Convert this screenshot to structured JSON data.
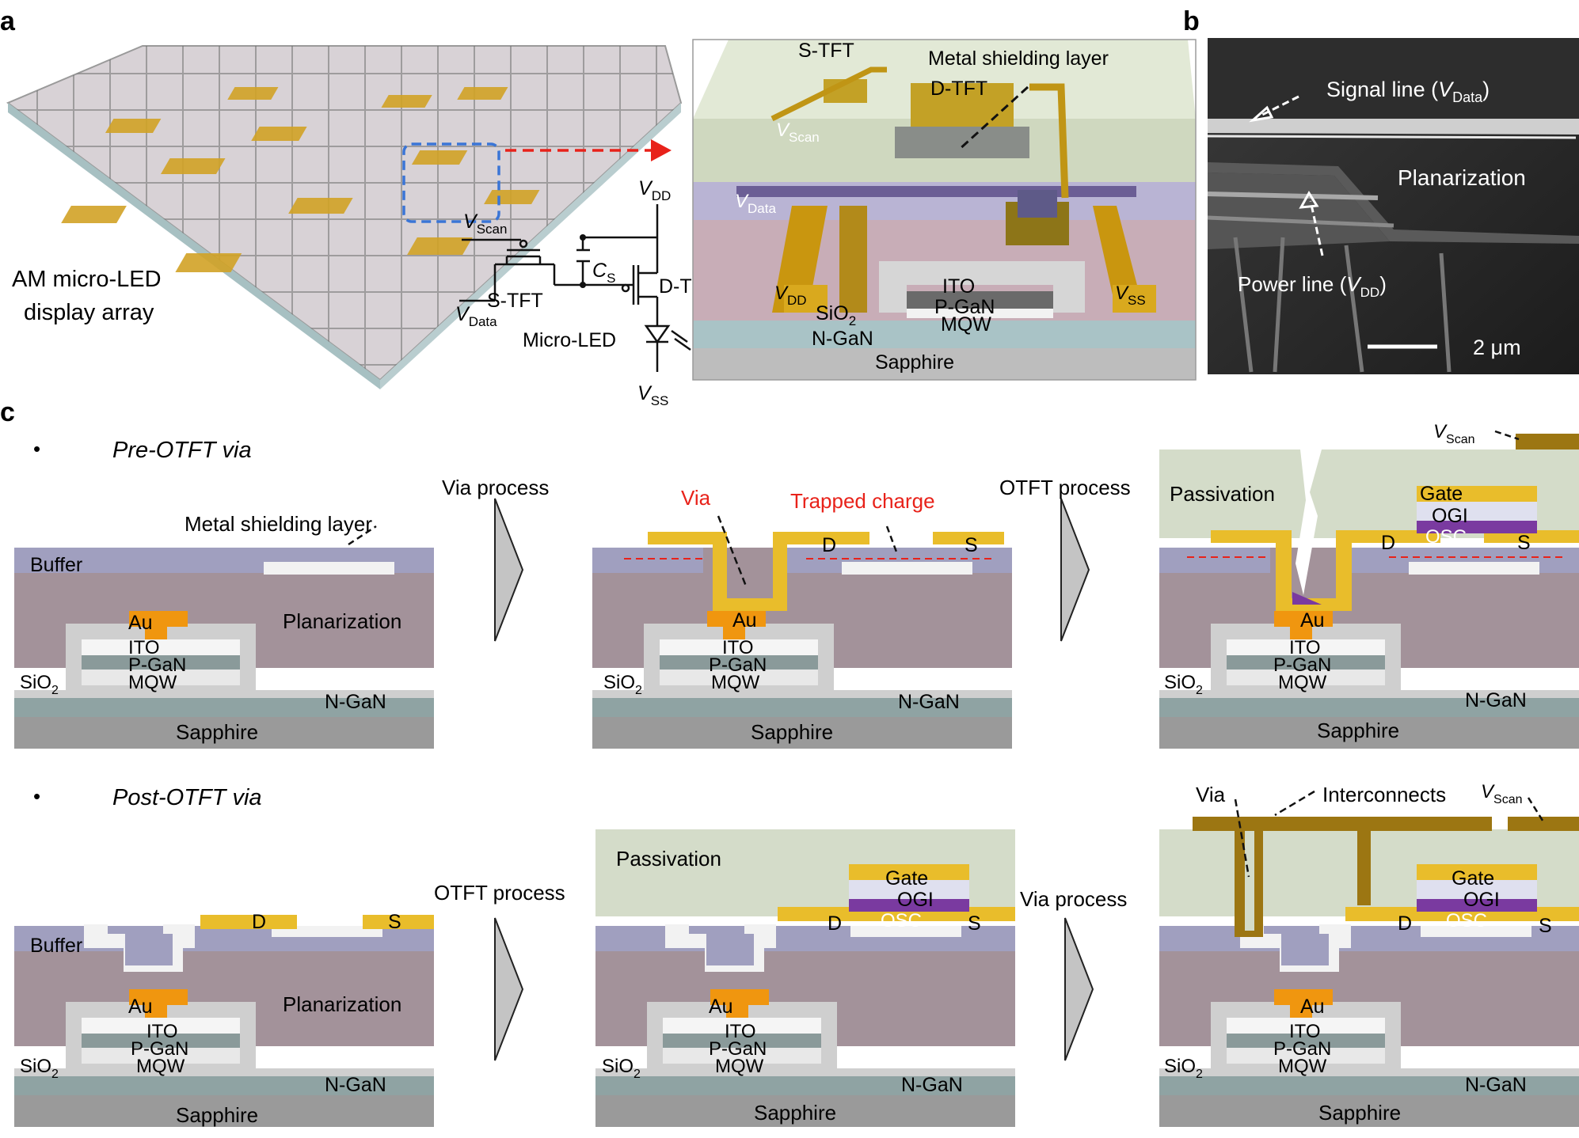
{
  "panel_labels": {
    "a": "a",
    "b": "b",
    "c": "c"
  },
  "colors": {
    "sapphire": "#9a9a9a",
    "ngan": "#8fa3a3",
    "sio2": "#cfcfcf",
    "pgan": "#8a9a9a",
    "mqw": "#eeeeee",
    "ito": "#f5f5f5",
    "au": "#f0960f",
    "planarization": "#a3929a",
    "buffer": "#a09fbf",
    "shield": "#f2f2f2",
    "electrode": "#e9bd2b",
    "passivation": "#d4dcc9",
    "ogi": "#dfe0ef",
    "osc": "#7a3aa0",
    "interconnect": "#9c7612",
    "arrow_red": "#e8221a",
    "text_red": "#e8221a"
  },
  "a": {
    "array_label_line1": "AM micro-LED",
    "array_label_line2": "display array",
    "circuit": {
      "vscan": "V",
      "vscan_sub": "Scan",
      "vdd": "V",
      "vdd_sub": "DD",
      "cs": "C",
      "cs_sub": "S",
      "stft": "S-TFT",
      "dtft": "D-TFT",
      "vdata": "V",
      "vdata_sub": "Data",
      "microled": "Micro-LED",
      "vss": "V",
      "vss_sub": "SS"
    },
    "cube": {
      "stft": "S-TFT",
      "metal_shield": "Metal shielding layer",
      "dtft": "D-TFT",
      "vscan": "V",
      "vscan_sub": "Scan",
      "vdata": "V",
      "vdata_sub": "Data",
      "vdd": "V",
      "vdd_sub": "DD",
      "vss": "V",
      "vss_sub": "SS",
      "sio2": "SiO",
      "sio2_sub": "2",
      "ito": "ITO",
      "pgan": "P-GaN",
      "mqw": "MQW",
      "ngan": "N-GaN",
      "sapphire": "Sapphire"
    }
  },
  "b": {
    "signal_line": "Signal line (",
    "signal_v": "V",
    "signal_sub": "Data",
    "signal_close": ")",
    "planarization": "Planarization",
    "power_line": "Power line (",
    "power_v": "V",
    "power_sub": "DD",
    "power_close": ")",
    "scale": "2 μm"
  },
  "c": {
    "bullet": "•",
    "pre_title": "Pre-OTFT via",
    "post_title": "Post-OTFT via",
    "via_process": "Via process",
    "otft_process": "OTFT process",
    "metal_shielding_layer": "Metal shielding layer",
    "buffer": "Buffer",
    "planarization": "Planarization",
    "au": "Au",
    "ito": "ITO",
    "pgan": "P-GaN",
    "mqw": "MQW",
    "sio2": "SiO",
    "sio2_sub": "2",
    "ngan": "N-GaN",
    "sapphire": "Sapphire",
    "via": "Via",
    "trapped_charge": "Trapped charge",
    "d": "D",
    "s": "S",
    "passivation": "Passivation",
    "gate": "Gate",
    "ogi": "OGI",
    "osc": "OSC",
    "vscan": "V",
    "vscan_sub": "Scan",
    "interconnects": "Interconnects"
  }
}
